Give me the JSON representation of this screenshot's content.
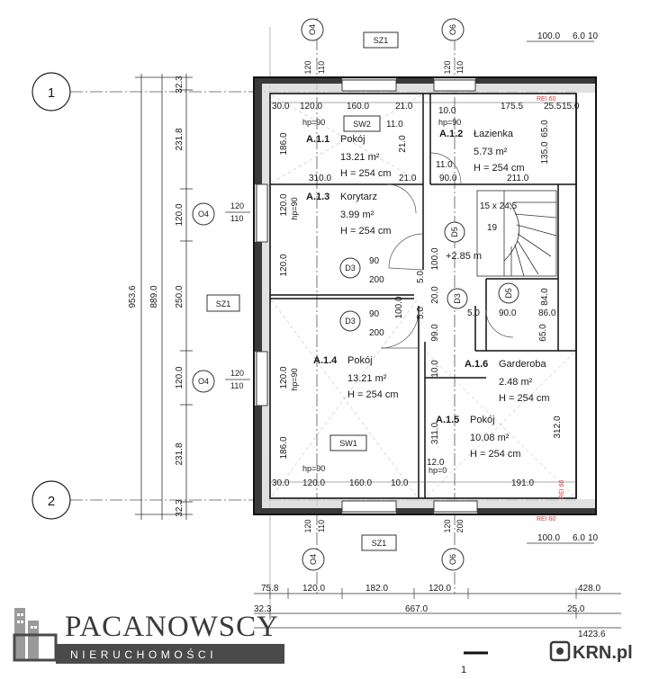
{
  "axes": {
    "row_1": "1",
    "row_2": "2",
    "col_1": "1"
  },
  "tags": {
    "sz1": "SZ1",
    "sw1": "SW1",
    "sw2": "SW2",
    "o4": "O4",
    "d3": "D3",
    "d5": "D5",
    "o6": "O6",
    "rei": "REI 60"
  },
  "rooms": [
    {
      "id": "A.1.1",
      "name": "Pokój",
      "area": "13.21 m²",
      "height": "H = 254 cm"
    },
    {
      "id": "A.1.2",
      "name": "Łazienka",
      "area": "5.73 m²",
      "height": "H = 254 cm"
    },
    {
      "id": "A.1.3",
      "name": "Korytarz",
      "area": "3.99 m²",
      "height": "H = 254 cm"
    },
    {
      "id": "A.1.4",
      "name": "Pokój",
      "area": "13.21 m²",
      "height": "H = 254 cm"
    },
    {
      "id": "A.1.5",
      "name": "Pokój",
      "area": "10.08 m²",
      "height": "H = 254 cm"
    },
    {
      "id": "A.1.6",
      "name": "Garderoba",
      "area": "2.48 m²",
      "height": "H = 254 cm"
    }
  ],
  "stairs": {
    "size": "15 x 24,5",
    "count": "19",
    "level": "+2.85 m"
  },
  "dims": {
    "left_total": "953.6",
    "left_inner": "889.0",
    "left_seg": [
      "32.3",
      "231.8",
      "120.0",
      "250.0",
      "120.0",
      "231.8",
      "32.3"
    ],
    "window_a": [
      "120",
      "110"
    ],
    "window_b": [
      "120",
      "110"
    ],
    "top_win_heights": [
      "120",
      "110",
      "120",
      "110"
    ],
    "top_right": [
      "100.0",
      "6.0",
      "10"
    ],
    "top_row": [
      "30.0",
      "120.0",
      "160.0",
      "21.0",
      "10.0",
      "11.0",
      "175.5",
      "25.5",
      "15.0"
    ],
    "bottom_row": [
      "30.0",
      "120.0",
      "160.0",
      "10.0",
      "12.0",
      "191.0"
    ],
    "bottom_right": [
      "100.0",
      "6.0",
      "10"
    ],
    "below_sz": [
      "120",
      "110",
      "120",
      "200"
    ],
    "chain": [
      "75.8",
      "120.0",
      "182.0",
      "120.0",
      "428.0"
    ],
    "total_row": [
      "32.3",
      "667.0",
      "25.0"
    ],
    "far_right": "1423.6",
    "interior": {
      "hp90": "hp=90",
      "hp0": "hp=0",
      "d186": "186.0",
      "d310": "310.0",
      "d21": "21.0",
      "d11": "11.0",
      "d90": "90.0",
      "d211": "211.0",
      "d135": "135.0",
      "d65": "65.0",
      "d120": "120.0",
      "d90b": "90",
      "d200": "200",
      "d100": "100.0",
      "d50": "5.0",
      "d50b": "5.0",
      "d20": "20.0",
      "d99": "99.0",
      "d312": "312.0",
      "d311": "311.0",
      "d84": "84.0",
      "d86": "86.0",
      "d65b": "65.0",
      "d90c": "90.0",
      "d100b": "10.0"
    }
  },
  "logo": {
    "main": "PACANOWSCY",
    "sub": "NIERUCHOMOŚCI"
  },
  "watermark": "KRN.pl"
}
